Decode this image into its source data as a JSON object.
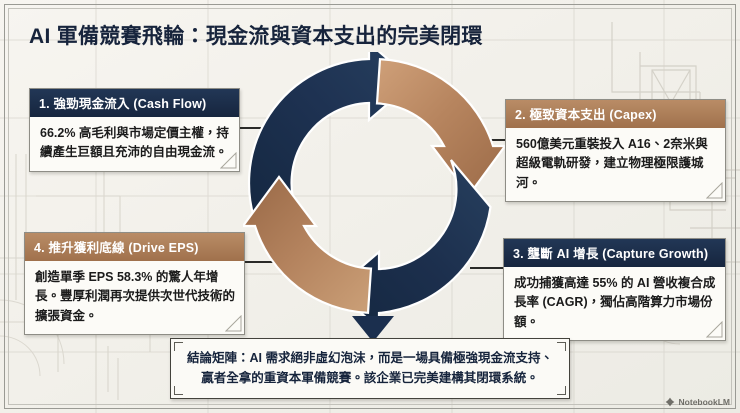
{
  "document": {
    "title": "AI 軍備競賽飛輪：現金流與資本支出的完美閉環",
    "watermark": "NotebookLM",
    "watermark_icon": "notebooklm-logo-icon"
  },
  "colors": {
    "navy": "#1b2f4e",
    "navy_dark": "#16253e",
    "copper": "#b5835f",
    "copper_dark": "#a0714c",
    "paper": "#f4f2ec",
    "card_bg": "#fbfaf6",
    "ink": "#1b1b1b",
    "blueprint_line": "#c9c6bd"
  },
  "cards": [
    {
      "id": "cash-flow",
      "accent": "navy",
      "heading": "1. 強勁現金流入 (Cash Flow)",
      "body": "66.2% 高毛利與市場定價主權，持續產生巨額且充沛的自由現金流。"
    },
    {
      "id": "capex",
      "accent": "copper",
      "heading": "2. 極致資本支出 (Capex)",
      "body": "560億美元重裝投入 A16、2奈米與超級電軌研發，建立物理極限護城河。"
    },
    {
      "id": "capture-growth",
      "accent": "navy",
      "heading": "3. 壟斷 AI 增長 (Capture Growth)",
      "body": "成功捕獲高達 55% 的 AI 營收複合成長率 (CAGR)，獨佔高階算力市場份額。"
    },
    {
      "id": "drive-eps",
      "accent": "copper",
      "heading": "4. 推升獲利底線 (Drive EPS)",
      "body": "創造單季 EPS 58.3% 的驚人年增長。豐厚利潤再次提供次世代技術的擴張資金。"
    }
  ],
  "flywheel": {
    "name": "cycle-diagram",
    "segments": [
      {
        "position": "top-left",
        "color": "navy",
        "direction": "clockwise",
        "step": 1
      },
      {
        "position": "top-right",
        "color": "copper",
        "direction": "clockwise",
        "step": 2
      },
      {
        "position": "bottom-right",
        "color": "navy",
        "direction": "clockwise",
        "step": 3
      },
      {
        "position": "bottom-left",
        "color": "copper",
        "direction": "clockwise",
        "step": 4
      }
    ]
  },
  "conclusion": {
    "text": "結論矩陣：AI 需求絕非虛幻泡沫，而是一場具備極強現金流支持、贏者全拿的重資本軍備競賽。該企業已完美建構其閉環系統。"
  }
}
